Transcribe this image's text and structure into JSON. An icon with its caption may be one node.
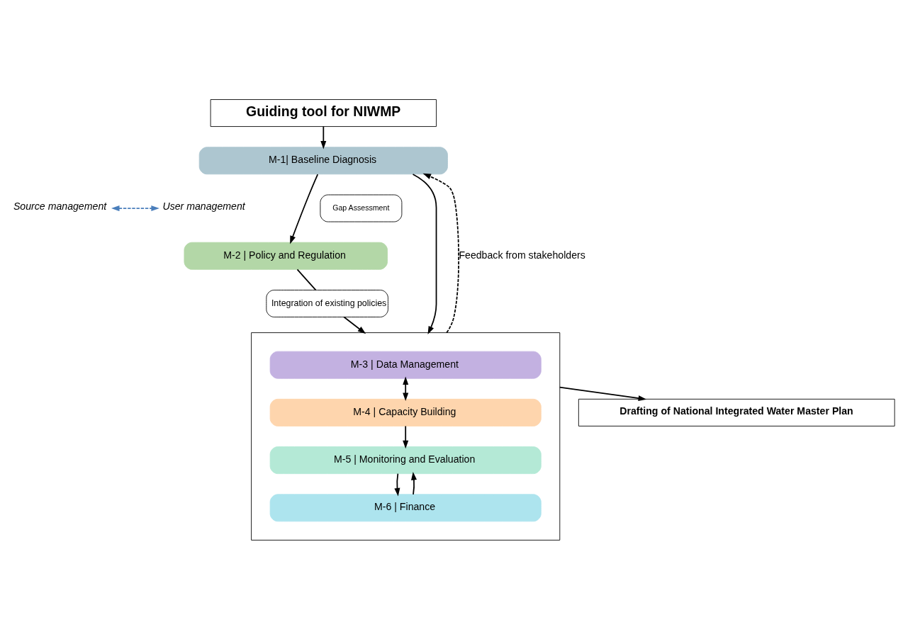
{
  "diagram": {
    "nodes": [
      {
        "text": [
          "Guiding tool for NIWMP"
        ]
      },
      {
        "text": [
          "M-1| Baseline Diagnosis"
        ]
      },
      {
        "text": [
          "Source management"
        ]
      },
      {
        "text": [
          "User management"
        ]
      },
      {
        "text": [
          "M-2 | Policy and Regulation"
        ]
      },
      {
        "text": [
          "Gap Assessment"
        ]
      },
      {
        "text": [
          "Integration of existing policies"
        ]
      },
      {
        "text": [],
        "shape": "box"
      },
      {
        "text": [
          "M-3 | Data Management"
        ],
        "in": 7
      },
      {
        "text": [
          "M-4 | Capacity Building"
        ],
        "in": 7
      },
      {
        "text": [
          "M-5 | Monitoring and Evaluation"
        ],
        "in": 7
      },
      {
        "text": [
          "M-6 | Finance"
        ],
        "in": 7
      },
      {
        "text": [
          "Drafting of National Integrated Water Master Plan"
        ]
      }
    ],
    "edges": [
      {
        "from": 0,
        "to": 1,
        "arrow": "to"
      },
      {
        "from": 2,
        "to": 3,
        "arrow": "both",
        "style": "dashed",
        "color": "#4a7ebb"
      },
      {
        "from": 1,
        "to": 4,
        "arrow": "to"
      },
      {
        "from": 1,
        "to": 7,
        "arrow": "to"
      },
      {
        "from": 4,
        "to": 6,
        "arrow": "none"
      },
      {
        "from": 6,
        "to": 7,
        "arrow": "to"
      },
      {
        "from": 8,
        "to": 9,
        "arrow": "both"
      },
      {
        "from": 9,
        "to": 10,
        "arrow": "to"
      },
      {
        "from": 10,
        "to": 11,
        "arrow": "to"
      },
      {
        "from": 11,
        "to": 10,
        "arrow": "to"
      },
      {
        "from": 7,
        "to": 12,
        "arrow": "to"
      },
      {
        "from": 7,
        "to": 1,
        "arrow": "to",
        "style": "dashed",
        "label": "Feedback from stakeholders"
      }
    ]
  }
}
